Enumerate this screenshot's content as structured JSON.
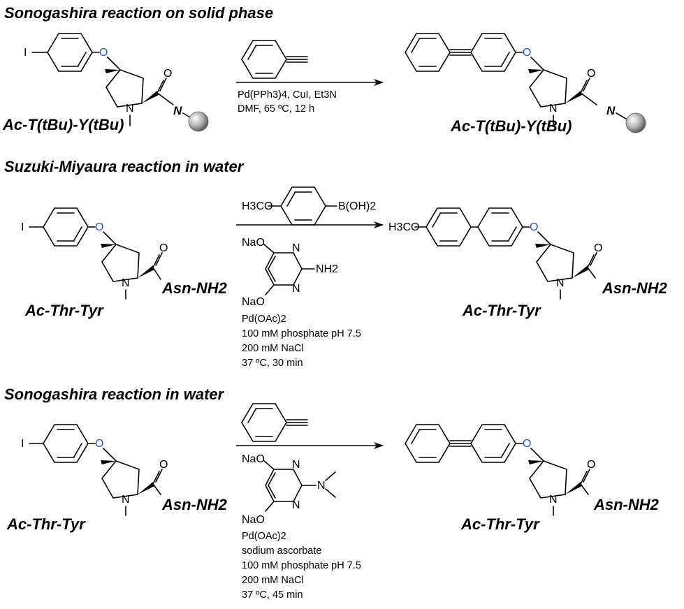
{
  "colors": {
    "oxygen": "#3355cc",
    "text": "#000000",
    "bead": "#9a9a9a"
  },
  "schemes": [
    {
      "title": "Sonogashira reaction on solid phase",
      "reagent_labels": [],
      "conditions": [
        "Pd(PPh3)4, CuI, Et3N",
        "DMF, 65 ºC, 12 h"
      ],
      "sm_label": "Ac-T(tBu)-Y(tBu)",
      "product_label": "Ac-T(tBu)-Y(tBu)",
      "resin_atom": "N"
    },
    {
      "title": "Suzuki-Miyaura reaction in water",
      "reagent_labels": [
        "H3CO",
        "B(OH)2"
      ],
      "ligand_labels": [
        "NaO",
        "N",
        "N",
        "NH2",
        "NaO"
      ],
      "conditions": [
        "Pd(OAc)2",
        "100 mM phosphate pH 7.5",
        "200 mM NaCl",
        "37 ºC, 30 min"
      ],
      "sm_labels": [
        "Ac-Thr-Tyr",
        "Asn-NH2"
      ],
      "product_labels": [
        "Ac-Thr-Tyr",
        "Asn-NH2"
      ],
      "product_prefix": "H3CO"
    },
    {
      "title": "Sonogashira reaction in water",
      "ligand_labels": [
        "NaO",
        "N",
        "N",
        "N",
        "NaO"
      ],
      "conditions": [
        "Pd(OAc)2",
        "sodium ascorbate",
        "100 mM phosphate pH 7.5",
        "200 mM NaCl",
        "37 ºC, 45 min"
      ],
      "sm_labels": [
        "Ac-Thr-Tyr",
        "Asn-NH2"
      ],
      "product_labels": [
        "Ac-Thr-Tyr",
        "Asn-NH2"
      ]
    }
  ],
  "atoms": {
    "iodine": "I",
    "oxygen": "O",
    "nitrogen": "N"
  }
}
